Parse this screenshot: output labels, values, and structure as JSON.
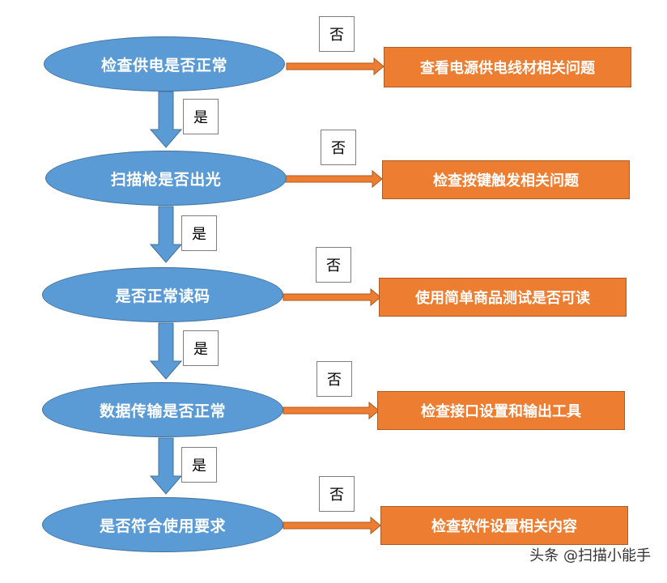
{
  "flowchart": {
    "checks": [
      "检查供电是否正常",
      "扫描枪是否出光",
      "是否正常读码",
      "数据传输是否正常",
      "是否符合使用要求"
    ],
    "actions": [
      "查看电源供电线材相关问题",
      "检查按键触发相关问题",
      "使用简单商品测试是否可读",
      "检查接口设置和输出工具",
      "检查软件设置相关内容"
    ],
    "yes_label": "是",
    "no_label": "否",
    "colors": {
      "check_fill": "#5b9bd5",
      "action_fill": "#ed7d31",
      "arrow_down": "#5b9bd5",
      "arrow_right": "#ed7d31"
    }
  },
  "watermark": "头条 @扫描小能手"
}
